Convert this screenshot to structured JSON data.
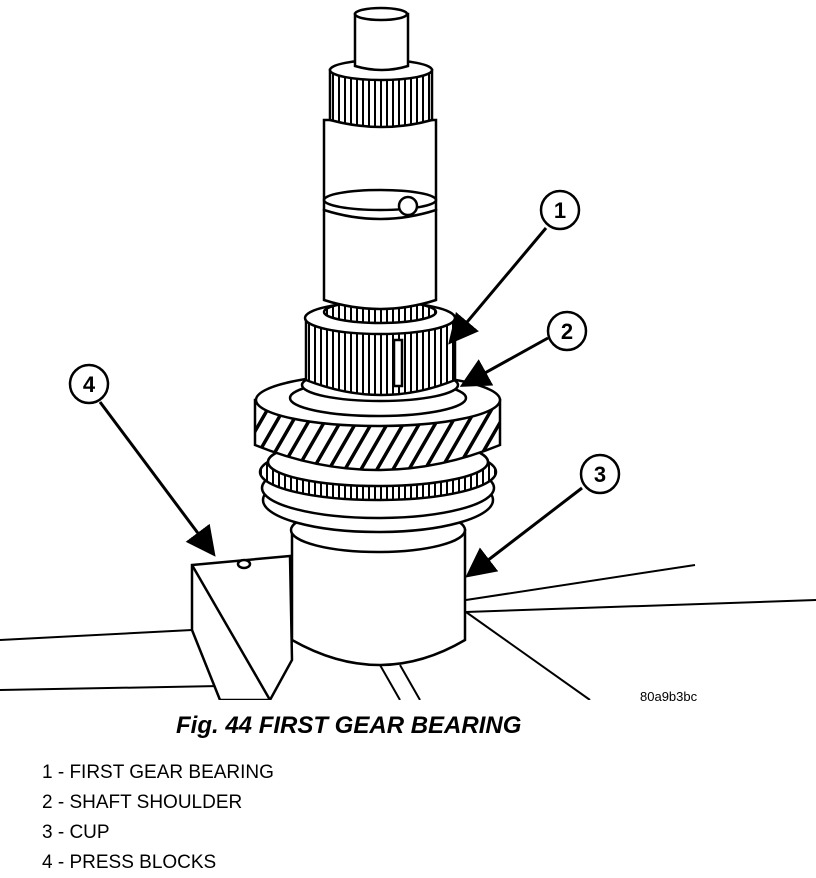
{
  "figure": {
    "caption": "Fig. 44 FIRST GEAR BEARING",
    "image_code": "80a9b3bc"
  },
  "callouts": [
    {
      "number": "1",
      "target": "first-gear-bearing"
    },
    {
      "number": "2",
      "target": "shaft-shoulder"
    },
    {
      "number": "3",
      "target": "cup"
    },
    {
      "number": "4",
      "target": "press-blocks"
    }
  ],
  "legend": [
    {
      "text": "1 - FIRST GEAR BEARING"
    },
    {
      "text": "2 - SHAFT SHOULDER"
    },
    {
      "text": "3 - CUP"
    },
    {
      "text": "4 - PRESS BLOCKS"
    }
  ]
}
